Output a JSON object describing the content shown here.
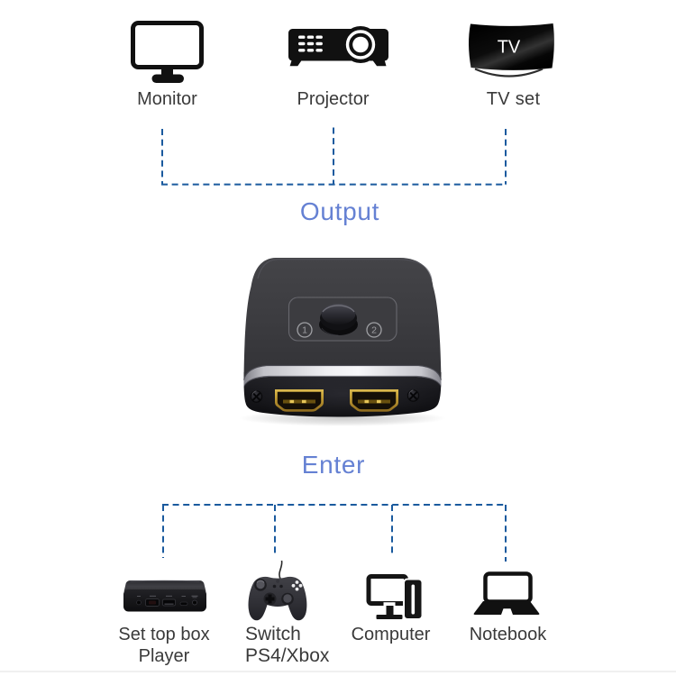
{
  "page": {
    "background": "#ffffff",
    "description": "HDMI bidirectional switch connection diagram"
  },
  "colors": {
    "bracket_blue": "#1a5a9e",
    "flow_label_blue": "#6581d3",
    "device_label_gray": "#3a3a3a",
    "icon_black": "#111111",
    "hdmi_gold": "#c8a343"
  },
  "output_section": {
    "label": "Output",
    "devices": [
      {
        "label": "Monitor"
      },
      {
        "label": "Projector"
      },
      {
        "label": "TV set",
        "screen_text": "TV"
      }
    ]
  },
  "switch_device": {
    "port_1_label": "1",
    "port_2_label": "2"
  },
  "input_section": {
    "label": "Enter",
    "devices": [
      {
        "label": "Set top box",
        "label_line2": "Player"
      },
      {
        "label": "Switch",
        "label_line2": "PS4/Xbox"
      },
      {
        "label": "Computer"
      },
      {
        "label": "Notebook"
      }
    ]
  }
}
